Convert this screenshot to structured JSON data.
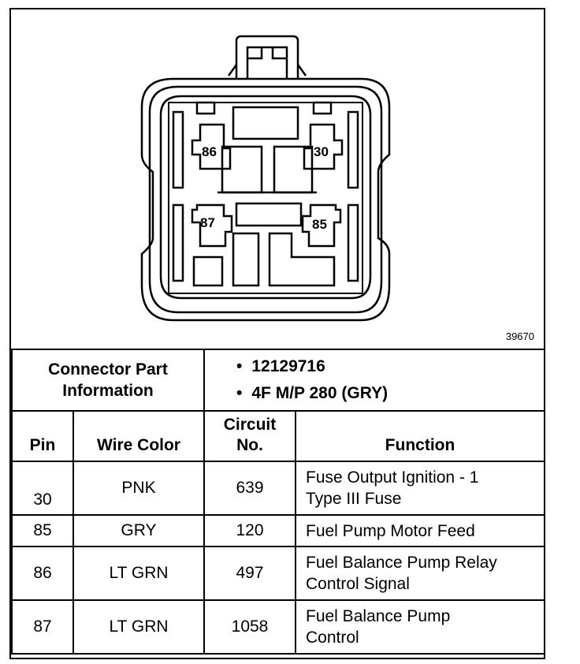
{
  "diagram": {
    "figure_number": "39670",
    "pin_labels": {
      "p86": "86",
      "p30": "30",
      "p87": "87",
      "p85": "85"
    }
  },
  "connector_info": {
    "label_line1": "Connector Part",
    "label_line2": "Information",
    "part_number": "12129716",
    "description": "4F M/P 280 (GRY)"
  },
  "table": {
    "headers": {
      "pin": "Pin",
      "wire_color": "Wire Color",
      "circuit_line1": "Circuit",
      "circuit_line2": "No.",
      "function": "Function"
    },
    "rows": [
      {
        "pin": "30",
        "wire_color": "PNK",
        "circuit": "639",
        "function_line1": "Fuse Output Ignition - 1",
        "function_line2": "Type III Fuse"
      },
      {
        "pin": "85",
        "wire_color": "GRY",
        "circuit": "120",
        "function_line1": "Fuel Pump Motor Feed",
        "function_line2": ""
      },
      {
        "pin": "86",
        "wire_color": "LT GRN",
        "circuit": "497",
        "function_line1": "Fuel Balance Pump Relay",
        "function_line2": "Control Signal"
      },
      {
        "pin": "87",
        "wire_color": "LT GRN",
        "circuit": "1058",
        "function_line1": "Fuel Balance Pump",
        "function_line2": "Control"
      }
    ]
  }
}
